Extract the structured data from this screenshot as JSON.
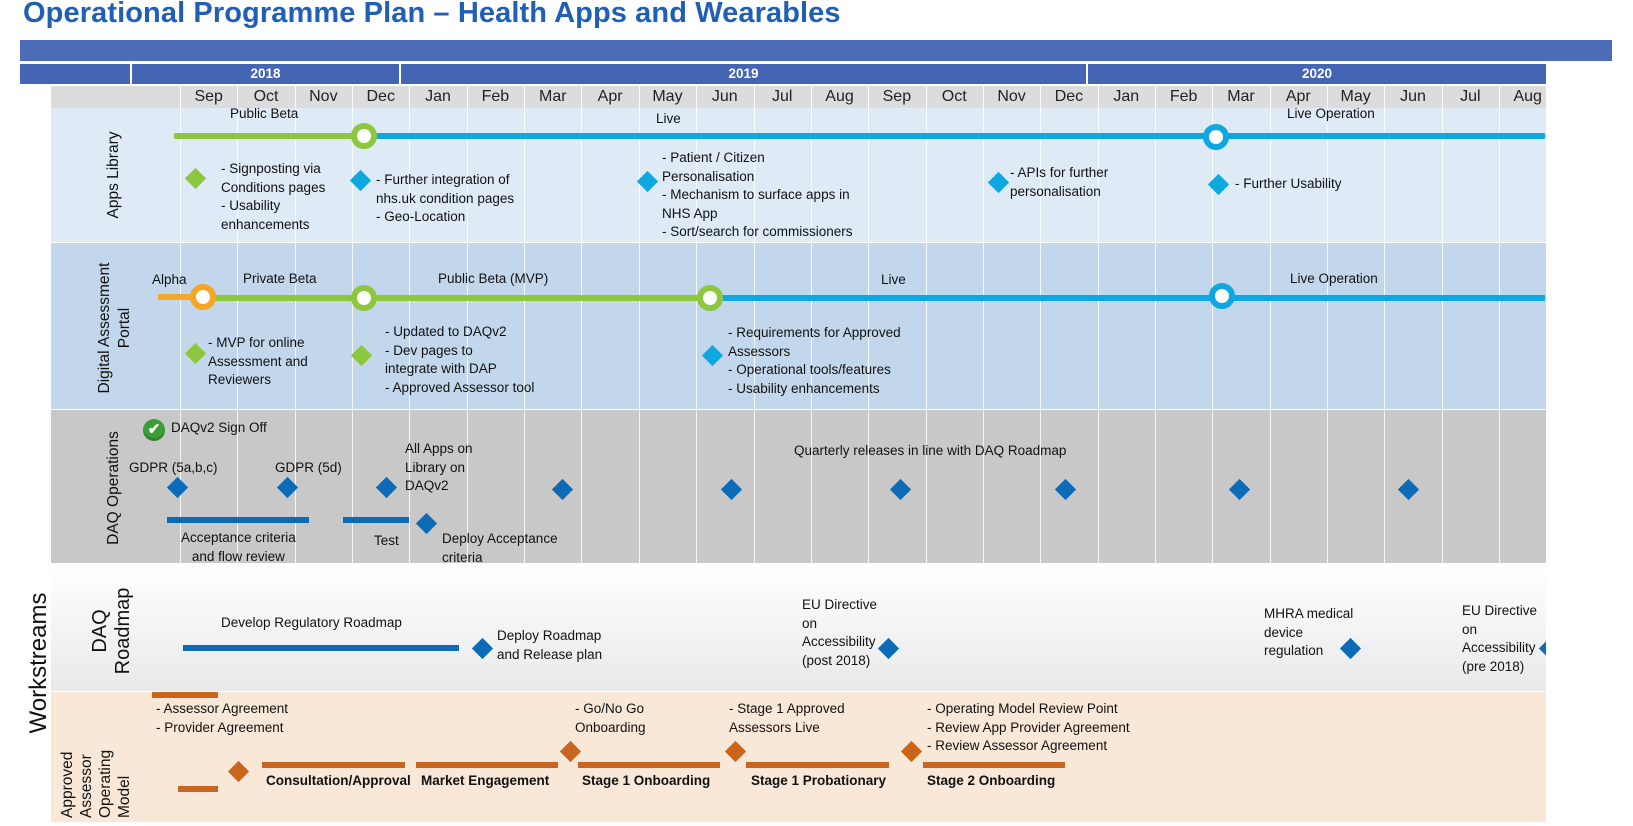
{
  "title": "Operational Programme Plan – Health Apps and Wearables",
  "timeline": {
    "years": [
      "2018",
      "2019",
      "2020"
    ],
    "months": [
      "Sep",
      "Oct",
      "Nov",
      "Dec",
      "Jan",
      "Feb",
      "Mar",
      "Apr",
      "May",
      "Jun",
      "Jul",
      "Aug",
      "Sep",
      "Oct",
      "Nov",
      "Dec",
      "Jan",
      "Feb",
      "Mar",
      "Apr",
      "May",
      "Jun",
      "Jul",
      "Aug"
    ]
  },
  "side_label": "Workstreams",
  "colors": {
    "title": "#1f5fb4",
    "header": "#4d6cb8",
    "green": "#8dc63f",
    "blue": "#0fa7e0",
    "amber": "#f5a623",
    "dark_blue": "#0b6bb8",
    "orange": "#c9651c"
  },
  "rows": {
    "apps_library": {
      "label": "Apps Library",
      "phases": [
        "Public Beta",
        "Live",
        "Live Operation"
      ],
      "notes": [
        "- Signposting via\nConditions pages\n- Usability\nenhancements",
        "- Further integration of\nnhs.uk condition pages\n- Geo-Location",
        "- Patient / Citizen\nPersonalisation\n- Mechanism to surface apps in\nNHS App\n- Sort/search for commissioners",
        "- APIs for further\npersonalisation",
        "- Further Usability"
      ]
    },
    "dap": {
      "label": "Digital Assessment\nPortal",
      "phases": [
        "Alpha",
        "Private Beta",
        "Public Beta (MVP)",
        "Live",
        "Live Operation"
      ],
      "notes": [
        "- MVP for online\nAssessment and\nReviewers",
        "- Updated to DAQv2\n- Dev pages to\nintegrate with DAP\n- Approved Assessor tool",
        "- Requirements for Approved\nAssessors\n- Operational tools/features\n- Usability enhancements"
      ]
    },
    "daq_ops": {
      "label": "DAQ Operations",
      "signoff": "DAQv2 Sign Off",
      "checkmark": "✔",
      "gdpr1": "GDPR (5a,b,c)",
      "gdpr2": "GDPR (5d)",
      "all_apps": "All Apps on\nLibrary on\nDAQv2",
      "quarterly": "Quarterly releases in line with DAQ Roadmap",
      "acceptance": "Acceptance criteria\nand flow review",
      "test": "Test",
      "deploy": "Deploy Acceptance\ncriteria"
    },
    "daq_roadmap": {
      "label": "DAQ\nRoadmap",
      "develop": "Develop Regulatory Roadmap",
      "deploy": "Deploy Roadmap\nand Release plan",
      "eu_post": "EU Directive\non\nAccessibility\n(post 2018)",
      "mhra": "MHRA medical\ndevice\nregulation",
      "eu_pre": "EU Directive\non\nAccessibility\n(pre 2018)"
    },
    "aaom": {
      "label": "Approved\nAssessor\nOperating\nModel",
      "agreements": "- Assessor Agreement\n- Provider Agreement",
      "go_nogo": "- Go/No Go\nOnboarding",
      "stage1_live": "- Stage 1 Approved\nAssessors Live",
      "review": "- Operating Model Review Point\n- Review App Provider Agreement\n- Review Assessor Agreement",
      "bars": [
        "Consultation/Approval",
        "Market Engagement",
        "Stage 1 Onboarding",
        "Stage 1 Probationary",
        "Stage 2 Onboarding"
      ]
    }
  }
}
